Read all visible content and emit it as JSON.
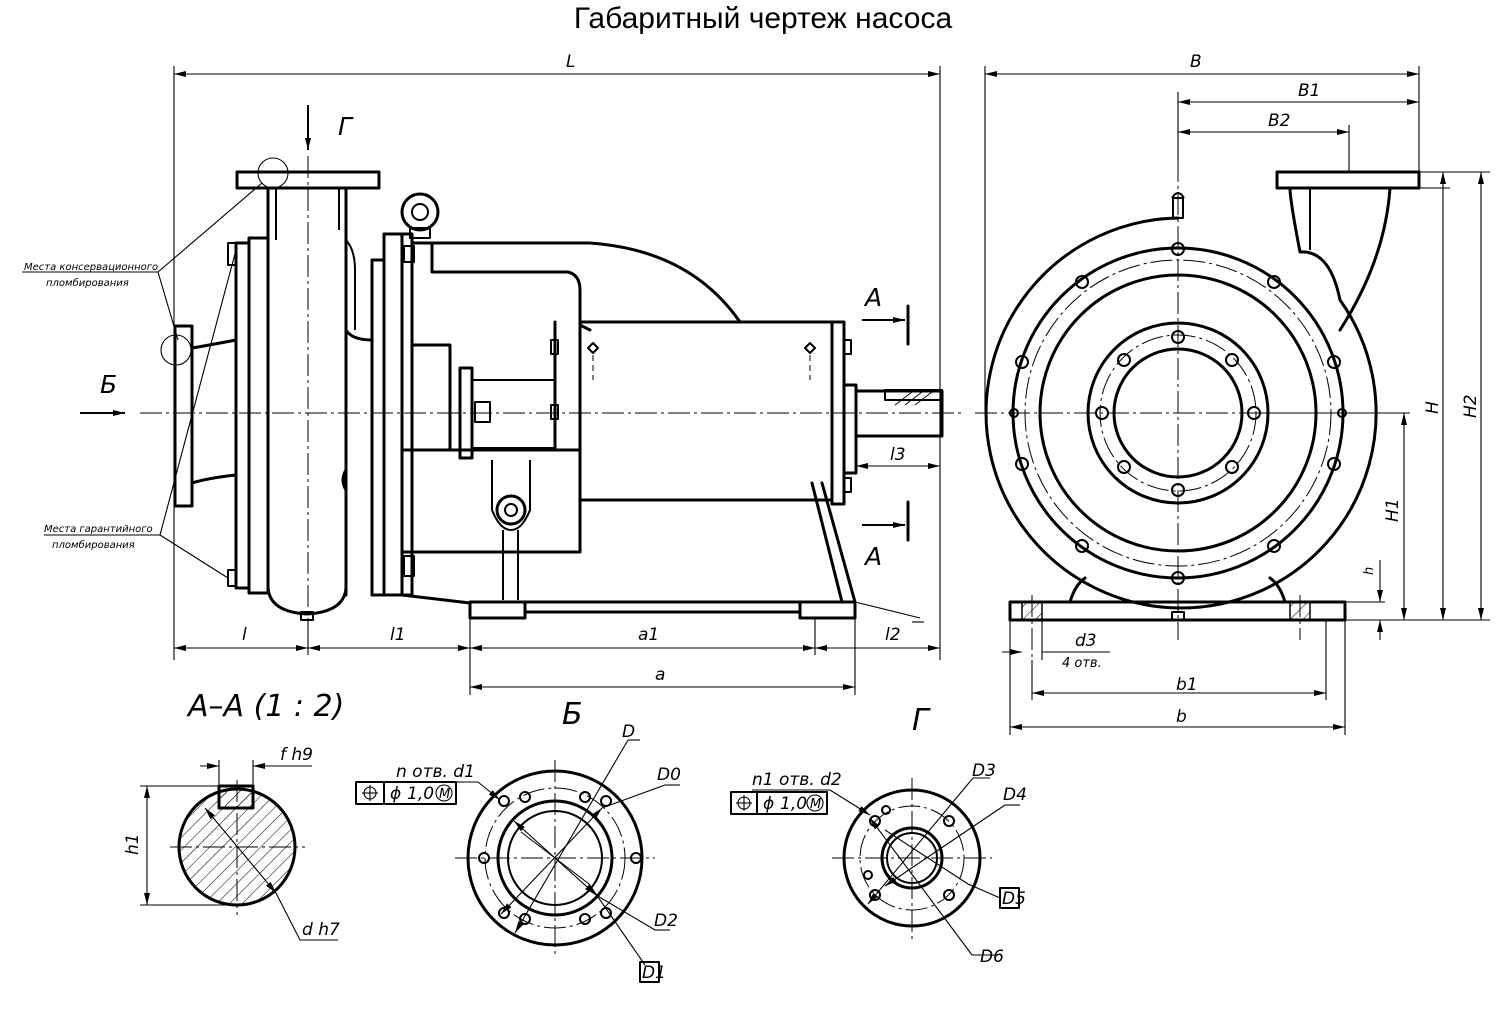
{
  "title": "Габаритный чертеж насоса",
  "notes": {
    "conservation_seal_line1": "Места консервационного",
    "conservation_seal_line2": "пломбирования",
    "warranty_seal_line1": "Места гарантийного",
    "warranty_seal_line2": "пломбирования"
  },
  "views": {
    "section_a_a": "А–А (1 : 2)",
    "view_b": "Б",
    "view_g": "Г",
    "section_marker": "А",
    "flow_inlet": "Б",
    "flow_outlet": "Г"
  },
  "dimensions": {
    "L": "L",
    "l": "l",
    "l1": "l1",
    "l2": "l2",
    "l3": "l3",
    "a": "a",
    "a1": "a1",
    "B": "B",
    "B1": "B1",
    "B2": "B2",
    "H": "H",
    "H1": "H1",
    "H2": "H2",
    "h": "h",
    "b": "b",
    "b1": "b1",
    "d3": "d3",
    "holes_4": "4 отв.",
    "f_h9": "f h9",
    "d_h7": "d h7",
    "h1": "h1",
    "D": "D",
    "D0": "D0",
    "D1": "D1",
    "D2": "D2",
    "D3": "D3",
    "D4": "D4",
    "D5": "D5",
    "D6": "D6"
  },
  "tolerance_frames": {
    "inlet_callout": "n отв. d1",
    "outlet_callout": "n1 отв. d2",
    "position_value": "1,0",
    "diameter_symbol": "ϕ",
    "modifier_symbol": "M"
  }
}
